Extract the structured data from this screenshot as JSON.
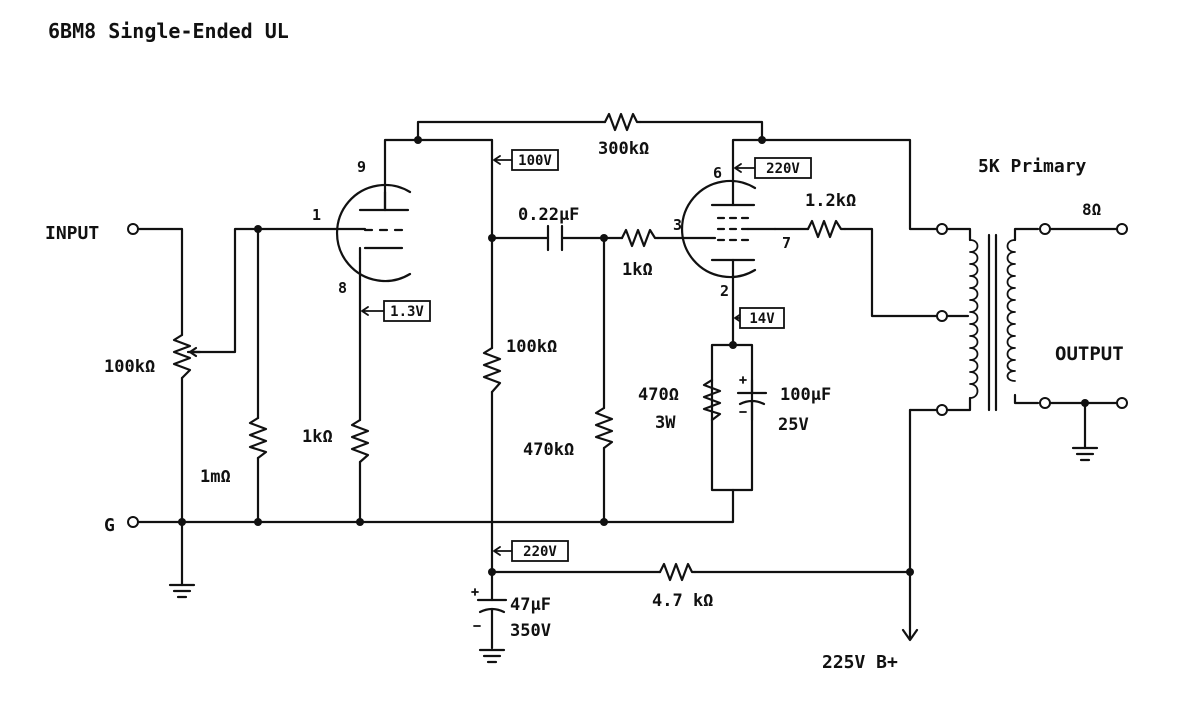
{
  "title": "6BM8 Single-Ended UL",
  "labels": {
    "input": "INPUT",
    "ground": "G",
    "output": "OUTPUT",
    "primary": "5K Primary",
    "speaker": "8Ω",
    "supply": "225V B+"
  },
  "pins": {
    "p1": "1",
    "p9": "9",
    "p8": "8",
    "p6": "6",
    "p3": "3",
    "p7": "7",
    "p2": "2"
  },
  "voltages": {
    "triode_plate": "100V",
    "triode_cathode": "1.3V",
    "pentode_plate": "220V",
    "pentode_cathode": "14V",
    "supply_node": "220V"
  },
  "components": {
    "pot": "100kΩ",
    "grid_leak": "1mΩ",
    "triode_cathode_res": "1kΩ",
    "plate_load": "100kΩ",
    "feedback": "300kΩ",
    "coupling_cap": "0.22μF",
    "grid_stopper": "1kΩ",
    "pentode_grid_res": "470kΩ",
    "screen_res": "1.2kΩ",
    "cathode_res": "470Ω",
    "cathode_res_power": "3W",
    "bypass_cap": "100μF",
    "bypass_cap_voltage": "25V",
    "filter_res": "4.7 kΩ",
    "filter_cap": "47μF",
    "filter_cap_voltage": "350V"
  }
}
